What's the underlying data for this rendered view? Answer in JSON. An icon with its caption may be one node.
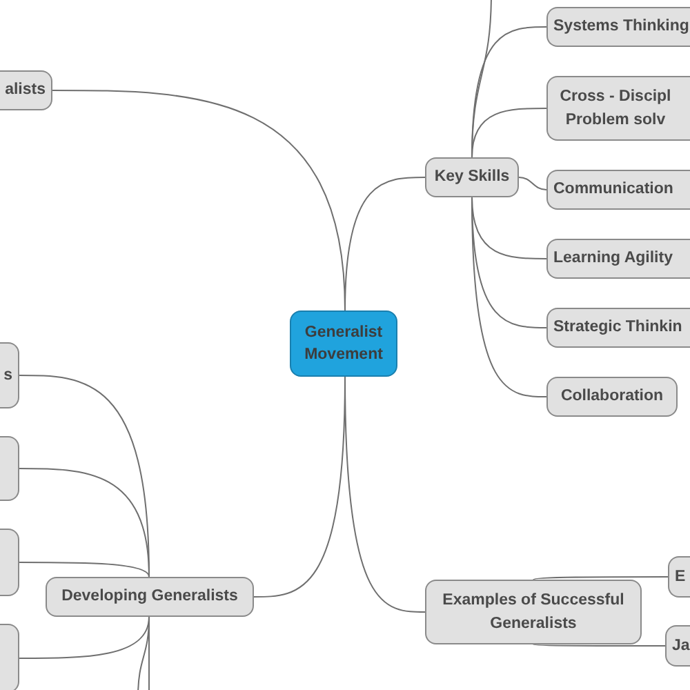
{
  "diagram": {
    "nodes": [
      {
        "text": [
          "alists"
        ]
      },
      {
        "text": [
          "Key Skills"
        ]
      },
      {
        "text": [
          "Systems Thinking"
        ]
      },
      {
        "text": [
          "Cross - Discipl Problem solv"
        ]
      },
      {
        "text": [
          "Communication"
        ]
      },
      {
        "text": [
          "Learning Agility"
        ]
      },
      {
        "text": [
          "Strategic Thinkin"
        ]
      },
      {
        "text": [
          "Collaboration"
        ]
      },
      {
        "text": [
          "Generalist Movement"
        ]
      },
      {
        "text": [
          "s"
        ]
      },
      {
        "text": [],
        "shape": "box"
      },
      {
        "text": [],
        "shape": "box"
      },
      {
        "text": [],
        "shape": "box"
      },
      {
        "text": [
          "Developing Generalists"
        ]
      },
      {
        "text": [
          "Examples of Successful Generalists"
        ]
      },
      {
        "text": [
          "E"
        ]
      },
      {
        "text": [
          "Ja"
        ]
      }
    ],
    "edges": [
      {
        "from": 8,
        "to": 0,
        "arrow": "none"
      },
      {
        "from": 8,
        "to": 1,
        "arrow": "none"
      },
      {
        "from": 1,
        "to": null,
        "arrow": "none"
      },
      {
        "from": 1,
        "to": 2,
        "arrow": "none"
      },
      {
        "from": 1,
        "to": 3,
        "arrow": "none"
      },
      {
        "from": 1,
        "to": 4,
        "arrow": "none"
      },
      {
        "from": 1,
        "to": 5,
        "arrow": "none"
      },
      {
        "from": 1,
        "to": 6,
        "arrow": "none"
      },
      {
        "from": 1,
        "to": 7,
        "arrow": "none"
      },
      {
        "from": 8,
        "to": 13,
        "arrow": "none"
      },
      {
        "from": 13,
        "to": 9,
        "arrow": "none"
      },
      {
        "from": 13,
        "to": 10,
        "arrow": "none"
      },
      {
        "from": 13,
        "to": 11,
        "arrow": "none"
      },
      {
        "from": 13,
        "to": 12,
        "arrow": "none"
      },
      {
        "from": 13,
        "to": null,
        "arrow": "none"
      },
      {
        "from": 13,
        "to": null,
        "arrow": "none"
      },
      {
        "from": 8,
        "to": 14,
        "arrow": "none"
      },
      {
        "from": 14,
        "to": 15,
        "arrow": "none"
      },
      {
        "from": 14,
        "to": 16,
        "arrow": "none"
      }
    ]
  }
}
